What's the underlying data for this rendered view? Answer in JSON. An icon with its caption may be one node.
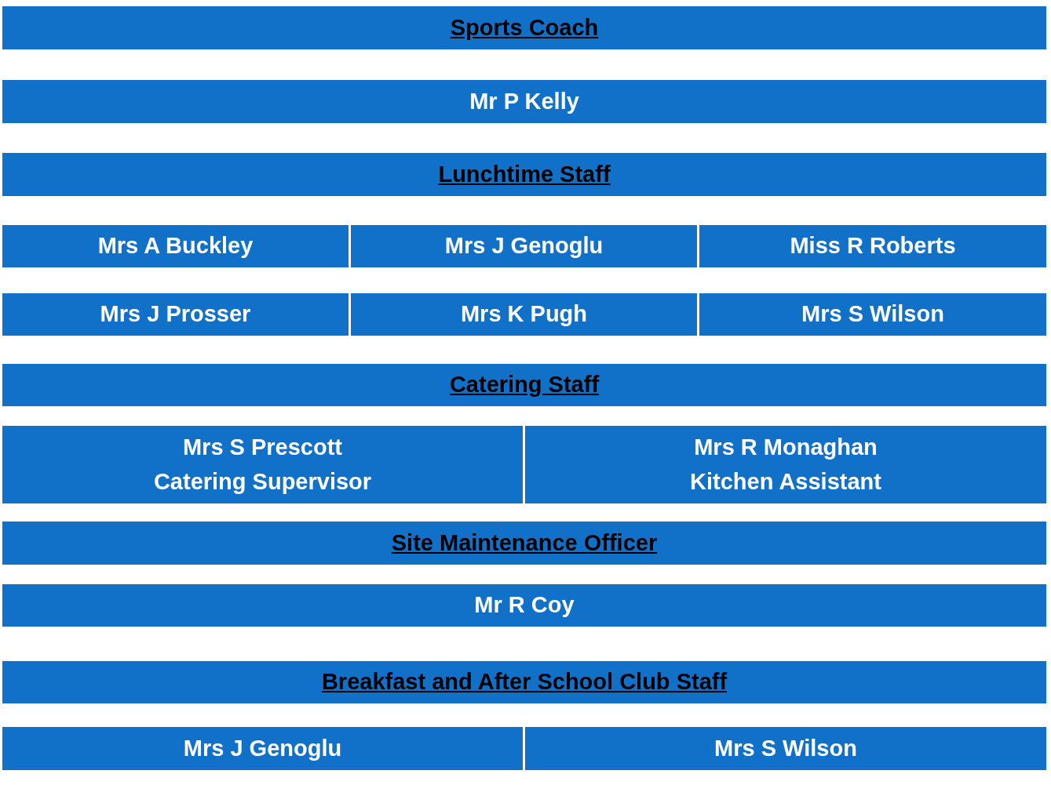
{
  "diagram": {
    "nodes": [
      {
        "text": [
          "Sports Coach"
        ]
      },
      {
        "text": [
          "Mr P Kelly"
        ]
      },
      {
        "text": [
          "Lunchtime Staff"
        ]
      },
      {
        "text": [
          "Mrs A Buckley"
        ]
      },
      {
        "text": [
          "Mrs J Genoglu"
        ]
      },
      {
        "text": [
          "Miss R Roberts"
        ]
      },
      {
        "text": [
          "Mrs J Prosser"
        ]
      },
      {
        "text": [
          "Mrs K Pugh"
        ]
      },
      {
        "text": [
          "Mrs S Wilson"
        ]
      },
      {
        "text": [
          "Catering Staff"
        ]
      },
      {
        "text": [
          "Mrs S Prescott",
          "Catering Supervisor"
        ]
      },
      {
        "text": [
          "Mrs R Monaghan",
          "Kitchen Assistant"
        ]
      },
      {
        "text": [
          "Site Maintenance Officer"
        ]
      },
      {
        "text": [
          "Mr R Coy"
        ]
      },
      {
        "text": [
          "Breakfast and After School Club Staff"
        ]
      },
      {
        "text": [
          "Mrs J Genoglu"
        ]
      },
      {
        "text": [
          "Mrs S Wilson"
        ]
      }
    ]
  }
}
